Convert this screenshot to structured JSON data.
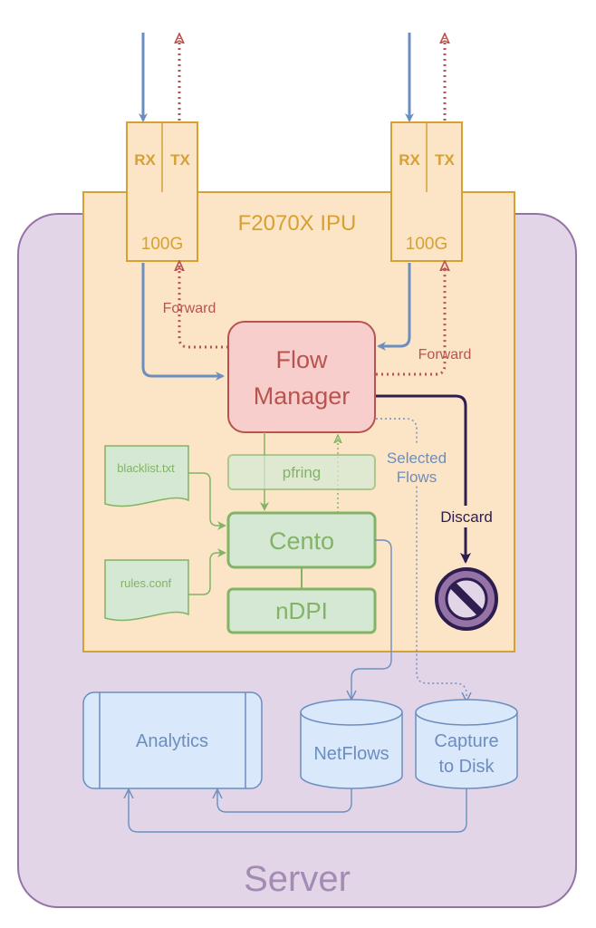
{
  "server": {
    "label": "Server"
  },
  "ipu": {
    "label": "F2070X IPU"
  },
  "ports": [
    {
      "rx": "RX",
      "tx": "TX",
      "speed": "100G"
    },
    {
      "rx": "RX",
      "tx": "TX",
      "speed": "100G"
    }
  ],
  "flow_manager": {
    "line1": "Flow",
    "line2": "Manager"
  },
  "pfring": {
    "label": "pfring"
  },
  "cento": {
    "label": "Cento"
  },
  "ndpi": {
    "label": "nDPI"
  },
  "files": {
    "blacklist": "blacklist.txt",
    "rules": "rules.conf"
  },
  "edges": {
    "forward_left": "Forward",
    "forward_right": "Forward",
    "discard": "Discard",
    "selected_line1": "Selected",
    "selected_line2": "Flows"
  },
  "analytics": {
    "label": "Analytics"
  },
  "netflows": {
    "label": "NetFlows"
  },
  "capture": {
    "line1": "Capture",
    "line2": "to Disk"
  },
  "colors": {
    "server_fill": "#e1d5e7",
    "server_stroke": "#9673a6",
    "ipu_fill": "#fce5c6",
    "ipu_stroke": "#d6a032",
    "fm_fill": "#f8cecc",
    "fm_stroke": "#b85450",
    "green_fill": "#d5e8d4",
    "green_stroke": "#82b366",
    "blue_fill": "#dae8fc",
    "blue_stroke": "#6c8ebf",
    "in_arrow": "#6c8ebf",
    "fwd_arrow": "#b85450",
    "discard": "#2e1d4f"
  }
}
